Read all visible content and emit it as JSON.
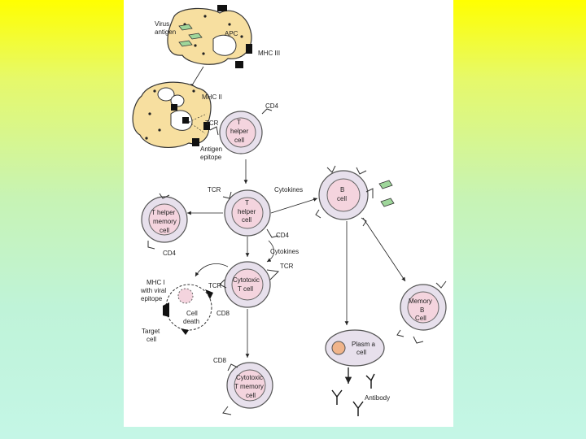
{
  "diagram": {
    "labels": {
      "virus_antigen": [
        "Virus",
        "antigen"
      ],
      "apc": "APC",
      "mhc_iii": "MHC III",
      "mhc_ii": "MHC II",
      "tcr_1": "TCR",
      "cd4_1": "CD4",
      "antigen_epitope": [
        "Antigen",
        "epitope"
      ],
      "t_helper_cell_1": [
        "T",
        "helper",
        "cell"
      ],
      "tcr_2": "TCR",
      "t_helper_cell_2": [
        "T",
        "helper",
        "cell"
      ],
      "cytokines_1": "Cytokines",
      "b_cell": [
        "B",
        "cell"
      ],
      "t_helper_memory_cell": [
        "T helper",
        "memory",
        "cell"
      ],
      "cd4_2": "CD4",
      "cd4_3": "CD4",
      "cytokines_2": "Cytokines",
      "tcr_3": "TCR",
      "mhc_i": [
        "MHC I",
        "with viral",
        "epitope"
      ],
      "tcr_4": "TCR",
      "cytotoxic_t_cell": [
        "Cytotoxic",
        "T cell"
      ],
      "cd8_1": "CD8",
      "cell_death": [
        "Cell",
        "death"
      ],
      "target_cell": [
        "Target",
        "cell"
      ],
      "memory_b_cell": [
        "Memory",
        "B",
        "Cell"
      ],
      "plasma_cell": [
        "Plasm a",
        "cell"
      ],
      "cd8_2": "CD8",
      "cytotoxic_t_memory_cell": [
        "Cytotoxic",
        "T memory",
        "cell"
      ],
      "antibody": "Antibody"
    },
    "colors": {
      "background_top": "#ffff00",
      "background_bottom": "#c4f6e6",
      "panel": "#ffffff",
      "apc_fill": "#f7dfa0",
      "lymph_outer": "#e7e0ec",
      "lymph_inner": "#f4d4de",
      "plasma_nucleus": "#f0b48a",
      "antigen_green": "#9ed69a"
    }
  }
}
